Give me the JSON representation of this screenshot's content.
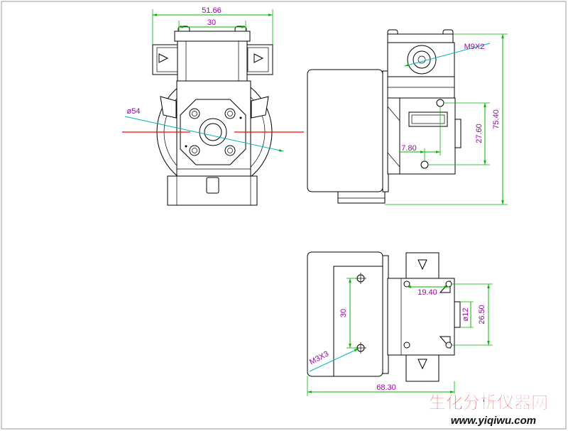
{
  "drawing": {
    "front_view": {
      "overall_width": "51.66",
      "cap_width": "30",
      "diameter": "ø54"
    },
    "side_view": {
      "port_thread": "M9X2",
      "overall_height": "75.40",
      "hole_spacing": "27.60",
      "hole_offset": "7.80"
    },
    "bottom_view": {
      "mount_spacing": "30",
      "mount_thread": "M3X3",
      "hole_spacing_h": "19.40",
      "port_diameter": "ø12",
      "hole_spacing_v": "26.50",
      "overall_length": "68.30"
    }
  },
  "watermark": {
    "name": "生化分析仪器网",
    "url": "www.yiqiwu.com"
  },
  "colors": {
    "dimension_line": "#00b400",
    "dimension_text": "#a000b0",
    "leader_line": "#00b4b4",
    "centerline": "#ff0000",
    "outline": "#000000",
    "watermark": "#e00000"
  }
}
